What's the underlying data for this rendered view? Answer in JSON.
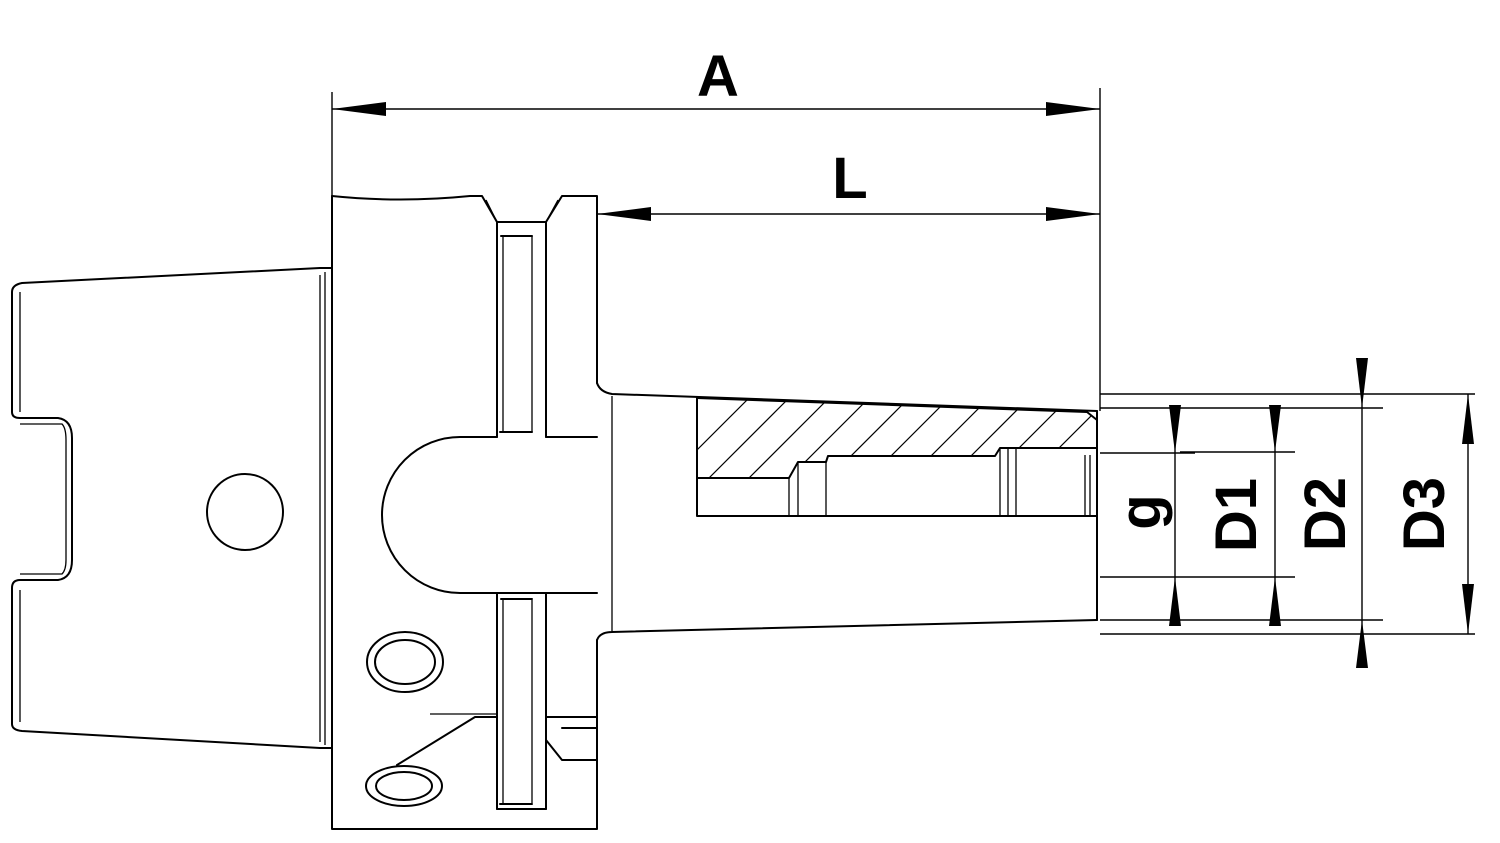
{
  "dimensions": {
    "overall_length": "A",
    "projection_length": "L",
    "thread": "g",
    "bore_diameter": "D1",
    "collar_diameter": "D2",
    "body_diameter": "D3"
  }
}
